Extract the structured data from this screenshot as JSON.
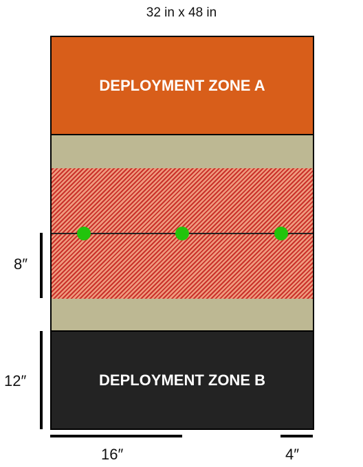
{
  "header": {
    "dimensions": "32 in x 48 in"
  },
  "zones": {
    "a_label": "DEPLOYMENT ZONE A",
    "b_label": "DEPLOYMENT ZONE B"
  },
  "measurements": {
    "objective_band": "8″",
    "zone_depth": "12″",
    "edge_offset": "16″",
    "objective_gap": "4″"
  },
  "objectives": [
    {
      "name": "objective-left"
    },
    {
      "name": "objective-center"
    },
    {
      "name": "objective-right"
    }
  ],
  "colors": {
    "zone_a": "#d85e1a",
    "zone_b": "#232323",
    "no_mans_land": "#bdb893",
    "hatch_red": "#c9302a",
    "hatch_light": "#ef9b7e",
    "objective": "#22c40c"
  }
}
